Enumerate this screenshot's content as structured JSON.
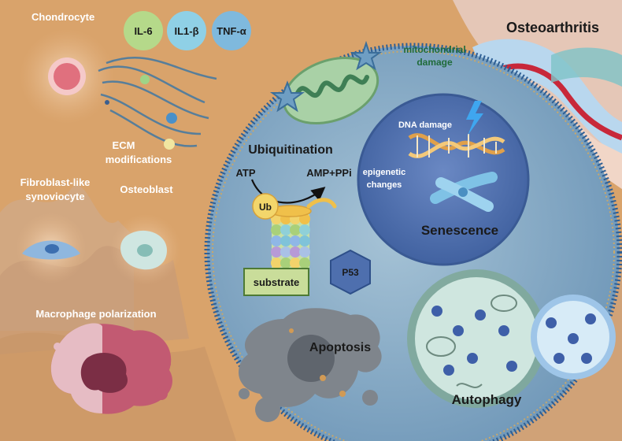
{
  "labels": {
    "chondrocyte": "Chondrocyte",
    "ecm_line1": "ECM",
    "ecm_line2": "modifications",
    "fibroblast_line1": "Fibroblast-like",
    "fibroblast_line2": "synoviocyte",
    "osteoblast": "Osteoblast",
    "macrophage": "Macrophage polarization",
    "osteoarthritis": "Osteoarthritis",
    "mito_line1": "mitochondrial",
    "mito_line2": "damage",
    "ubiquitination": "Ubiquitination",
    "atp": "ATP",
    "amp": "AMP+PPi",
    "ub": "Ub",
    "substrate": "substrate",
    "p53": "P53",
    "dna_damage": "DNA damage",
    "epi_line1": "epigenetic",
    "epi_line2": "changes",
    "senescence": "Senescence",
    "apoptosis": "Apoptosis",
    "autophagy": "Autophagy"
  },
  "cytokines": [
    {
      "label": "IL-6",
      "color": "#b5d98a"
    },
    {
      "label": "IL1-β",
      "color": "#8fd0e6"
    },
    {
      "label": "TNF-α",
      "color": "#7fb9dd"
    }
  ],
  "colors": {
    "background": "#d9a36b",
    "cell_fill": "#7fa6c4",
    "membrane": "#2e5f95",
    "nucleus": "#4e6fae",
    "substrate_box": "#c9dd9a",
    "mitochondria": "#a9d1a6"
  }
}
